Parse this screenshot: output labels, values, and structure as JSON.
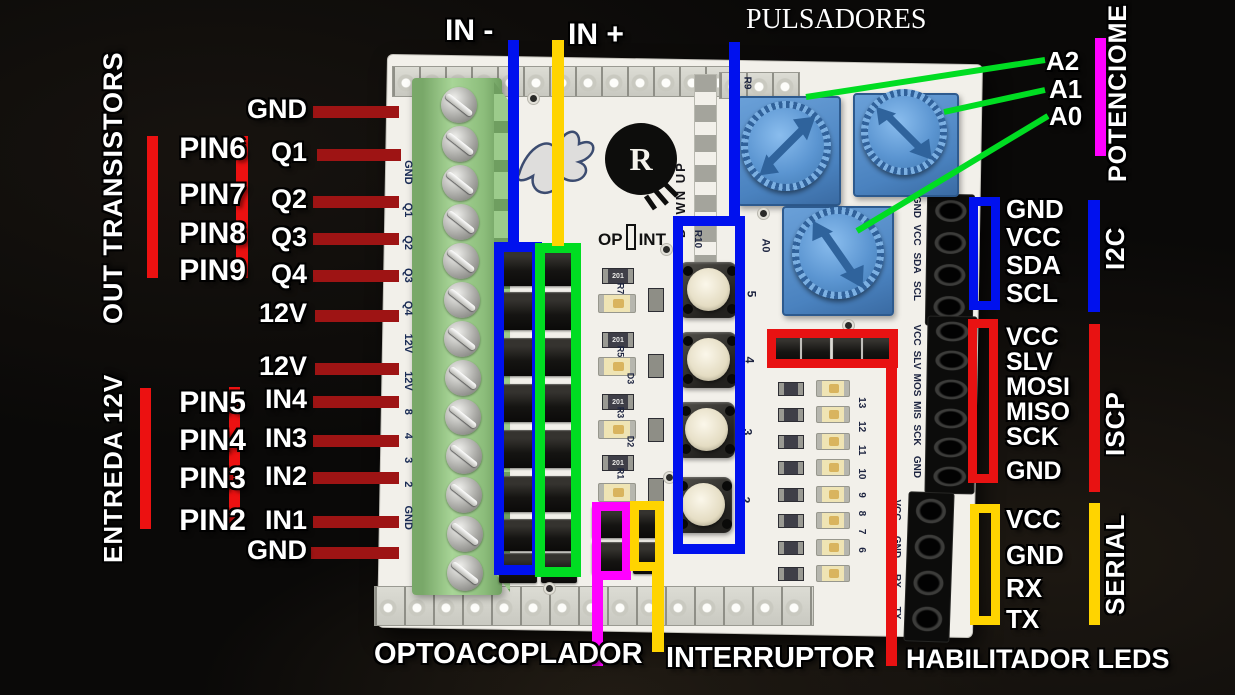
{
  "colors": {
    "red": "#e81212",
    "dark_red": "#9e1414",
    "blue": "#0011ee",
    "green": "#00dd22",
    "yellow": "#ffd400",
    "magenta": "#ff00ff",
    "white": "#ffffff"
  },
  "top_labels": {
    "in_minus": "IN -",
    "in_plus": "IN +",
    "pulsadores": "PULSADORES"
  },
  "left": {
    "out_transistors_title": "OUT TRANSISTORS",
    "out_pins": [
      "PIN6",
      "PIN7",
      "PIN8",
      "PIN9"
    ],
    "entrada_title": "ENTREDA 12V",
    "entrada_pins": [
      "PIN5",
      "PIN4",
      "PIN3",
      "PIN2"
    ],
    "ports": [
      "GND",
      "Q1",
      "Q2",
      "Q3",
      "Q4",
      "12V",
      "12V",
      "IN4",
      "IN3",
      "IN2",
      "IN1",
      "GND"
    ]
  },
  "right": {
    "potenciome_title": "POTENCIOME",
    "analog_pins": [
      "A2",
      "A1",
      "A0"
    ],
    "i2c_title": "I2C",
    "i2c_pins": [
      "GND",
      "VCC",
      "SDA",
      "SCL"
    ],
    "iscp_title": "ISCP",
    "iscp_pins": [
      "VCC",
      "SLV",
      "MOSI",
      "MISO",
      "SCK",
      "GND"
    ],
    "serial_title": "SERIAL",
    "serial_pins": [
      "VCC",
      "GND",
      "RX",
      "TX"
    ]
  },
  "bottom_labels": {
    "optoacoplador": "OPTOACOPLADOR",
    "interruptor": "INTERRUPTOR",
    "habilitador_leds": "HABILITADOR LEDS"
  },
  "board": {
    "silk_op": "OP",
    "silk_int": "INT",
    "silk_down_up": "DOWN UP",
    "silk_r9": "R9",
    "silk_r10": "R10",
    "silk_a0": "A0",
    "silk_terminal": "GND Q1 Q2 Q3 Q4 12V 12V 8 4 3 2 GND",
    "silk_button_pins": [
      "5",
      "4",
      "3",
      "2"
    ],
    "silk_led_pins": "13 12 11 10 9 8 7 6",
    "silk_i2c": [
      "GND",
      "VCC",
      "SDA",
      "SCL"
    ],
    "silk_iscp": [
      "VCC",
      "SLV",
      "MOS",
      "MIS",
      "SCK",
      "GND"
    ],
    "silk_serial": [
      "VCC",
      "GND",
      "RX",
      "TX"
    ],
    "silk_resistors": [
      "R7",
      "R5",
      "R3",
      "R1"
    ],
    "silk_diodes": [
      "D3",
      "D2"
    ],
    "resistor_value": "201",
    "logo_letter": "R"
  }
}
